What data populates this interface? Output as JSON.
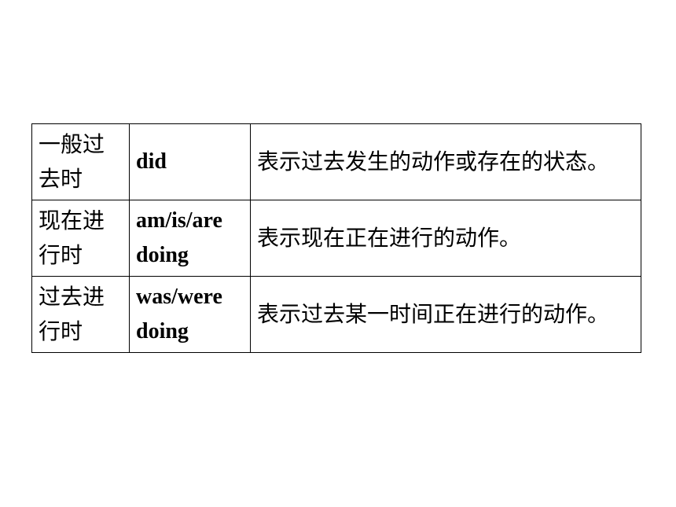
{
  "table": {
    "rows": [
      {
        "name": "一般过去时",
        "form": "did",
        "description": "表示过去发生的动作或存在的状态。"
      },
      {
        "name": "现在进行时",
        "form": "am/is/are doing",
        "description": "表示现在正在进行的动作。"
      },
      {
        "name": "过去进行时",
        "form": "was/were doing",
        "description": "表示过去某一时间正在进行的动作。"
      }
    ]
  }
}
